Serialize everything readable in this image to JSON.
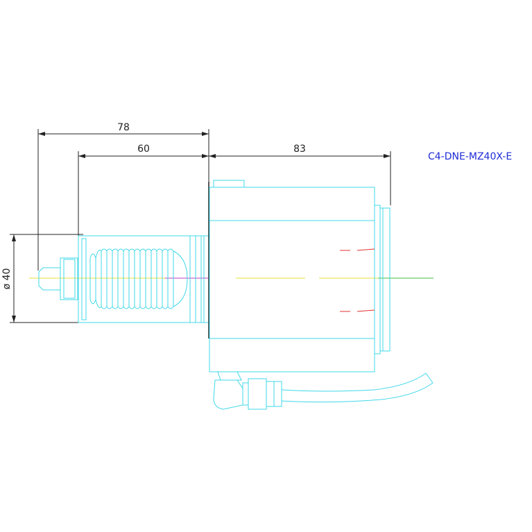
{
  "drawing": {
    "part_label": "C4-DNE-MZ40X-E",
    "dimensions": {
      "overall_length": "78",
      "shank_length": "60",
      "body_length": "83",
      "diameter": "ø 40"
    }
  },
  "colors": {
    "background": "#ffffff",
    "outline": "#3fd8e8",
    "dimension": "#222222",
    "label": "#1e2bd6",
    "centerline_yellow": "#e8e23a",
    "centerline_green": "#3fbf3f",
    "centerline_magenta": "#c03cc0",
    "hidden_red": "#e03030"
  }
}
